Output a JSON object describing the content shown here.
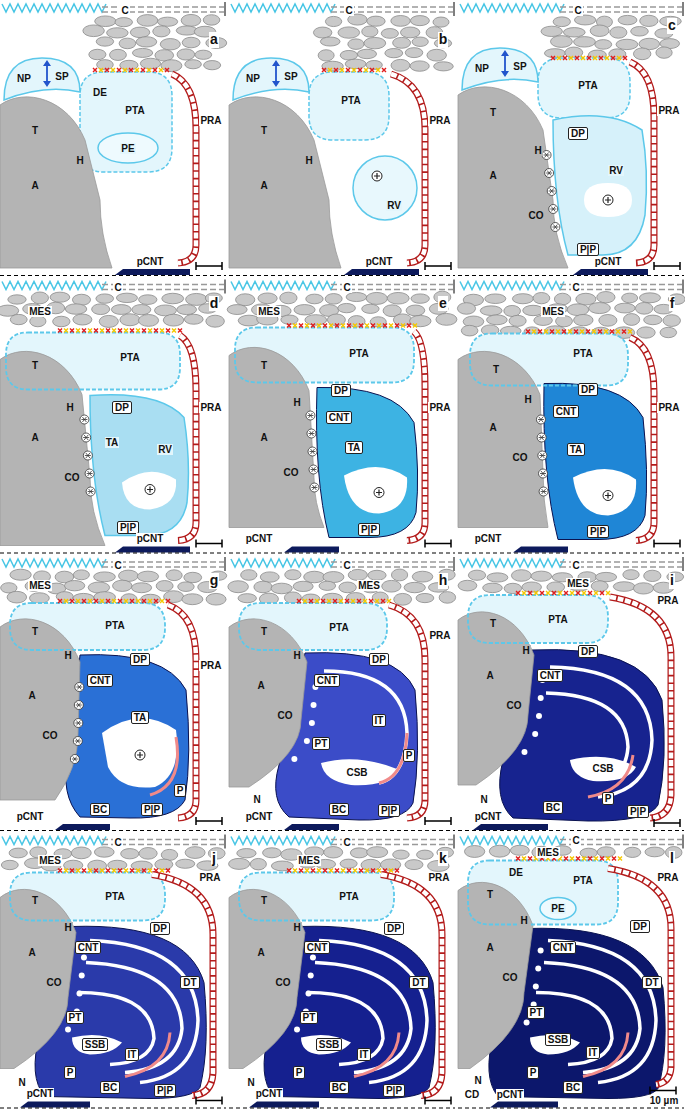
{
  "diagram": {
    "labels": [
      "a",
      "C",
      "NP",
      "SP",
      "DE",
      "PTA",
      "PE",
      "PRA",
      "T",
      "H",
      "A",
      "pCNT",
      "b",
      "C",
      "NP",
      "SP",
      "PTA",
      "H",
      "T",
      "A",
      "RV",
      "PRA",
      "pCNT",
      "c",
      "C",
      "NP",
      "SP",
      "T",
      "PTA",
      "H",
      "DP",
      "RV",
      "A",
      "CO",
      "PRA",
      "P|P",
      "pCNT",
      "d",
      "C",
      "MES",
      "T",
      "PTA",
      "H",
      "A",
      "CO",
      "DP",
      "TA",
      "RV",
      "PRA",
      "P|P",
      "pCNT",
      "e",
      "C",
      "MES",
      "PTA",
      "T",
      "A",
      "H",
      "DP",
      "CNT",
      "CO",
      "TA",
      "PRA",
      "P|P",
      "pCNT",
      "f",
      "C",
      "MES",
      "PTA",
      "T",
      "H",
      "DP",
      "A",
      "CNT",
      "CO",
      "TA",
      "PRA",
      "P|P",
      "pCNT",
      "g",
      "C",
      "MES",
      "T",
      "PTA",
      "H",
      "DP",
      "A",
      "CNT",
      "CO",
      "TA",
      "P",
      "PRA",
      "BC",
      "P|P",
      "pCNT",
      "h",
      "C",
      "MES",
      "T",
      "PTA",
      "H",
      "DP",
      "A",
      "CNT",
      "CO",
      "IT",
      "PT",
      "CSB",
      "P",
      "N",
      "BC",
      "P|P",
      "pCNT",
      "PRA",
      "i",
      "C",
      "MES",
      "T",
      "PTA",
      "H",
      "DP",
      "A",
      "CNT",
      "CO",
      "CSB",
      "P",
      "N",
      "BC",
      "P|P",
      "pCNT",
      "PRA",
      "j",
      "C",
      "MES",
      "T",
      "PTA",
      "H",
      "DP",
      "A",
      "CNT",
      "CO",
      "DT",
      "PT",
      "SSB",
      "IT",
      "P",
      "N",
      "BC",
      "P|P",
      "pCNT",
      "PRA",
      "k",
      "C",
      "MES",
      "PTA",
      "T",
      "H",
      "DP",
      "A",
      "CNT",
      "CO",
      "DT",
      "PT",
      "SSB",
      "IT",
      "P",
      "N",
      "BC",
      "P|P",
      "pCNT",
      "PRA",
      "l",
      "C",
      "MES",
      "DE",
      "T",
      "PTA",
      "H",
      "PE",
      "DP",
      "A",
      "CO",
      "CNT",
      "DT",
      "PT",
      "SSB",
      "IT",
      "P",
      "N",
      "BC",
      "CD",
      "pCNT",
      "PRA",
      "10 µm"
    ]
  }
}
